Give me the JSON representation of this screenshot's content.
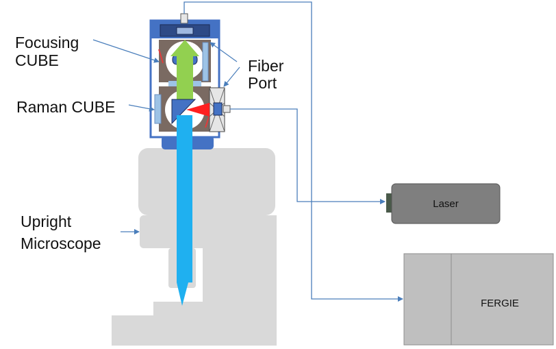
{
  "labels": {
    "focusing_line1": "Focusing",
    "focusing_line2": "CUBE",
    "fiber_line1": "Fiber",
    "fiber_line2": "Port",
    "raman": "Raman CUBE",
    "upright_line1": "Upright",
    "upright_line2": "Microscope",
    "laser": "Laser",
    "fergie": "FERGIE"
  },
  "colors": {
    "cube_housing": "#4472c4",
    "cube_interior": "#7a6a62",
    "green_beam": "#92d050",
    "blue_beam": "#1fb0f0",
    "red_beam": "#ff2020",
    "microscope": "#d9d9d9",
    "laser_body": "#7f7f7f",
    "fergie_body": "#bfbfbf",
    "connector_line": "#4a7ebb"
  }
}
